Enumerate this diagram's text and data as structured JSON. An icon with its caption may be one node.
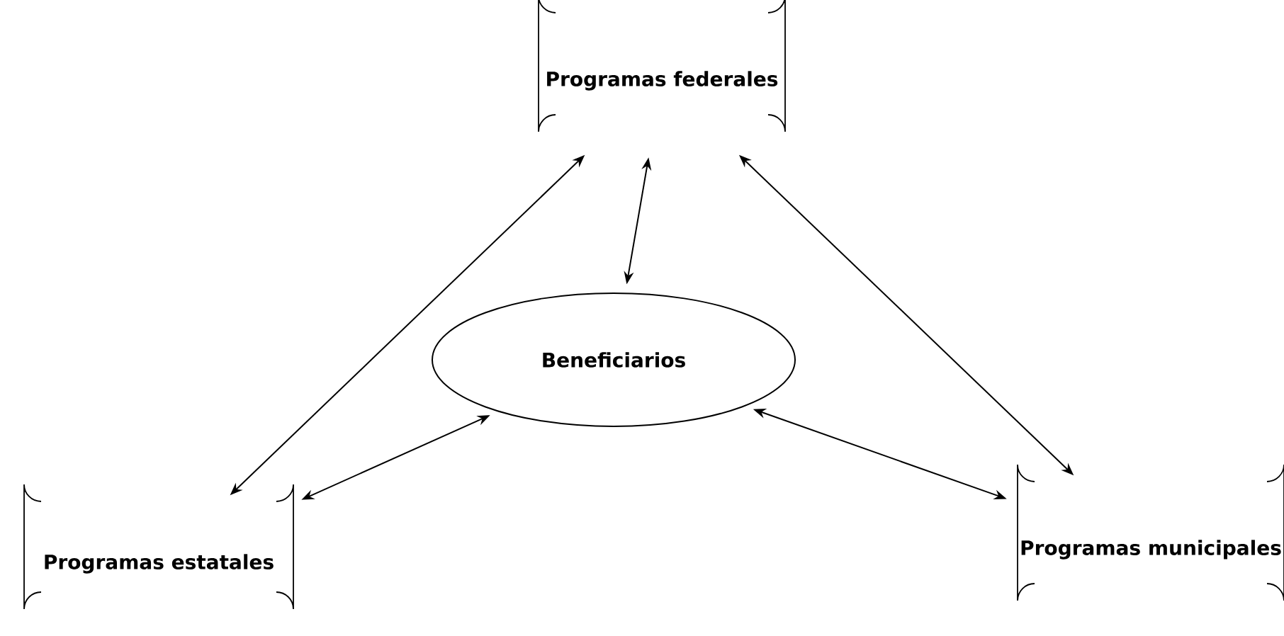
{
  "diagram": {
    "nodes": [
      {
        "text": [
          "Programas federales"
        ]
      },
      {
        "text": [
          "Beneficiarios"
        ]
      },
      {
        "text": [
          "Programas estatales"
        ]
      },
      {
        "text": [
          "Programas municipales"
        ]
      }
    ],
    "edges": [
      {
        "from": 0,
        "to": 2,
        "arrow": "both"
      },
      {
        "from": 0,
        "to": 1,
        "arrow": "both"
      },
      {
        "from": 0,
        "to": 3,
        "arrow": "both"
      },
      {
        "from": 1,
        "to": 2,
        "arrow": "both"
      },
      {
        "from": 1,
        "to": 3,
        "arrow": "both"
      }
    ]
  }
}
